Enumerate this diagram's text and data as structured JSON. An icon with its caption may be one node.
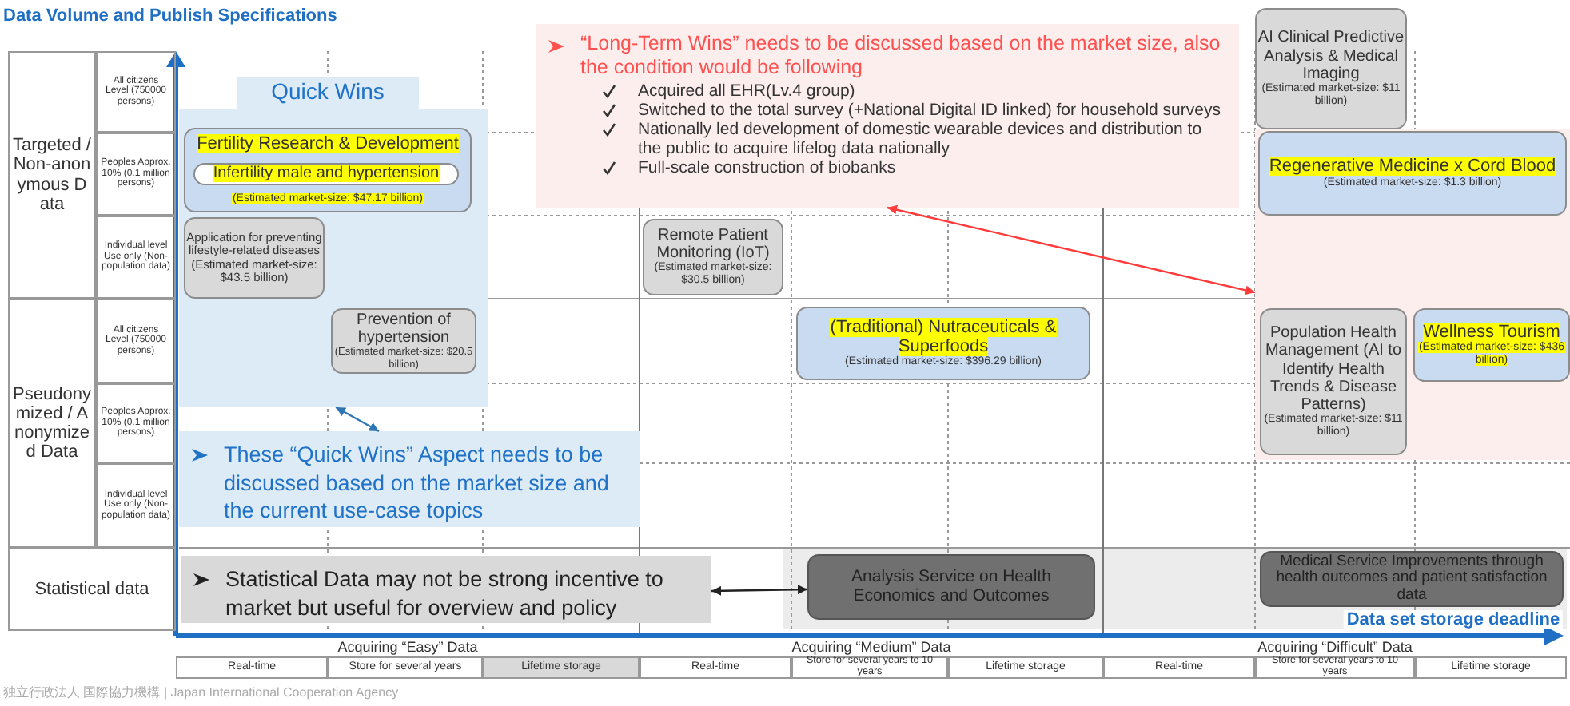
{
  "diagram": {
    "nodes": [
      {
        "text": [
          "Quick Wins"
        ]
      },
      {
        "text": [
          "“Long-Term Wins” needs to be discussed based on the market size, also the condition would be following",
          "Acquired all EHR(Lv.4 group)",
          "Switched to the total survey (+National Digital ID linked) for household surveys",
          "Nationally led development of domestic wearable devices and distribution to the public to acquire lifelog data nationally",
          "Full-scale construction of biobanks"
        ]
      },
      {
        "text": [],
        "shape": "box"
      },
      {
        "text": [
          "AI Clinical Predictive Analysis & Medical Imaging",
          "(Estimated market-size: $11 billion)"
        ]
      },
      {
        "text": [
          "Fertility Research & Development",
          "(Estimated market-size: $47.17 billion)"
        ],
        "in": 0
      },
      {
        "text": [
          "Infertility male and hypertension"
        ],
        "in": 4
      },
      {
        "text": [
          "Regenerative Medicine x Cord Blood",
          "(Estimated market-size: $1.3 billion)"
        ],
        "in": 2
      },
      {
        "text": [
          "Application for preventing lifestyle-related diseases (Estimated market-size: $43.5 billion)"
        ],
        "in": 0
      },
      {
        "text": [
          "Remote Patient Monitoring (IoT)",
          "(Estimated market-size: $30.5 billion)"
        ]
      },
      {
        "text": [
          "Prevention of hypertension",
          "(Estimated market-size: $20.5 billion)"
        ],
        "in": 0
      },
      {
        "text": [
          "(Traditional) Nutraceuticals & Superfoods",
          "(Estimated market-size: $396.29 billion)"
        ]
      },
      {
        "text": [
          "Population Health Management (AI to Identify Health Trends & Disease Patterns)",
          "(Estimated market-size: $11 billion)"
        ],
        "in": 2
      },
      {
        "text": [
          "Wellness Tourism",
          "(Estimated market-size: $436 billion)"
        ],
        "in": 2
      },
      {
        "text": [
          "These “Quick Wins” Aspect needs to be discussed based on the market size and the current use-case topics"
        ]
      },
      {
        "text": [
          "Statistical Data may not be strong incentive to market but useful for overview and policy"
        ]
      },
      {
        "text": [
          "Analysis Service on Health Economics and Outcomes"
        ]
      },
      {
        "text": [
          "Medical Service Improvements through health outcomes and patient satisfaction data"
        ]
      }
    ],
    "edges": [
      {
        "from": 0,
        "to": 13,
        "arrow": "both",
        "color": "#2e75b6"
      },
      {
        "from": 1,
        "to": 2,
        "arrow": "both",
        "color": "#ff3b3b"
      },
      {
        "from": 14,
        "to": 15,
        "arrow": "both",
        "color": "#222222"
      }
    ],
    "labels": [
      "Data Volume and Publish Specifications",
      "Targeted / Non-anonymous Data",
      "All citizens Level (750000 persons)",
      "Peoples Approx. 10% (0.1 million persons)",
      "Individual level Use only (Non-population data)",
      "Pseudonymized / Anonymized Data",
      "All citizens Level (750000 persons)",
      "Peoples Approx. 10% (0.1 million persons)",
      "Individual level Use only (Non-population data)",
      "Statistical data",
      "Data set storage deadline",
      "Acquiring “Easy” Data",
      "Real-time",
      "Store for several years",
      "Lifetime storage",
      "Acquiring “Medium” Data",
      "Real-time",
      "Store for several years to 10 years",
      "Lifetime storage",
      "Acquiring “Difficult” Data",
      "Real-time",
      "Store for several years to 10 years",
      "Lifetime storage",
      "独立行政法人 国際協力機構 | Japan International Cooperation Agency"
    ]
  }
}
